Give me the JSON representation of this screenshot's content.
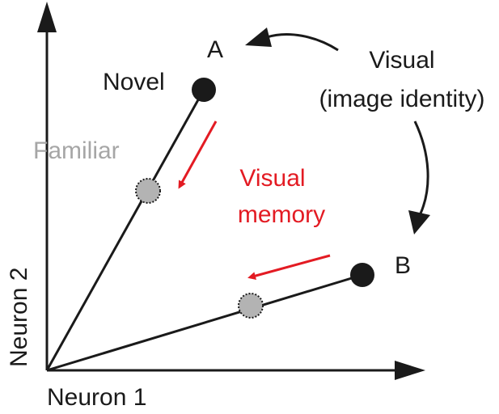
{
  "axes": {
    "x_label": "Neuron 1",
    "y_label": "Neuron 2"
  },
  "points": {
    "a_label": "A",
    "b_label": "B",
    "novel_label": "Novel",
    "familiar_label": "Familiar"
  },
  "annotations": {
    "visual_line1": "Visual",
    "visual_line2": "(image identity)",
    "memory_line1": "Visual",
    "memory_line2": "memory"
  },
  "colors": {
    "axis": "#1a1a1a",
    "novel_point": "#1a1a1a",
    "familiar_point": "#b3b3b3",
    "familiar_text": "#a6a6a6",
    "memory": "#e31b23"
  }
}
